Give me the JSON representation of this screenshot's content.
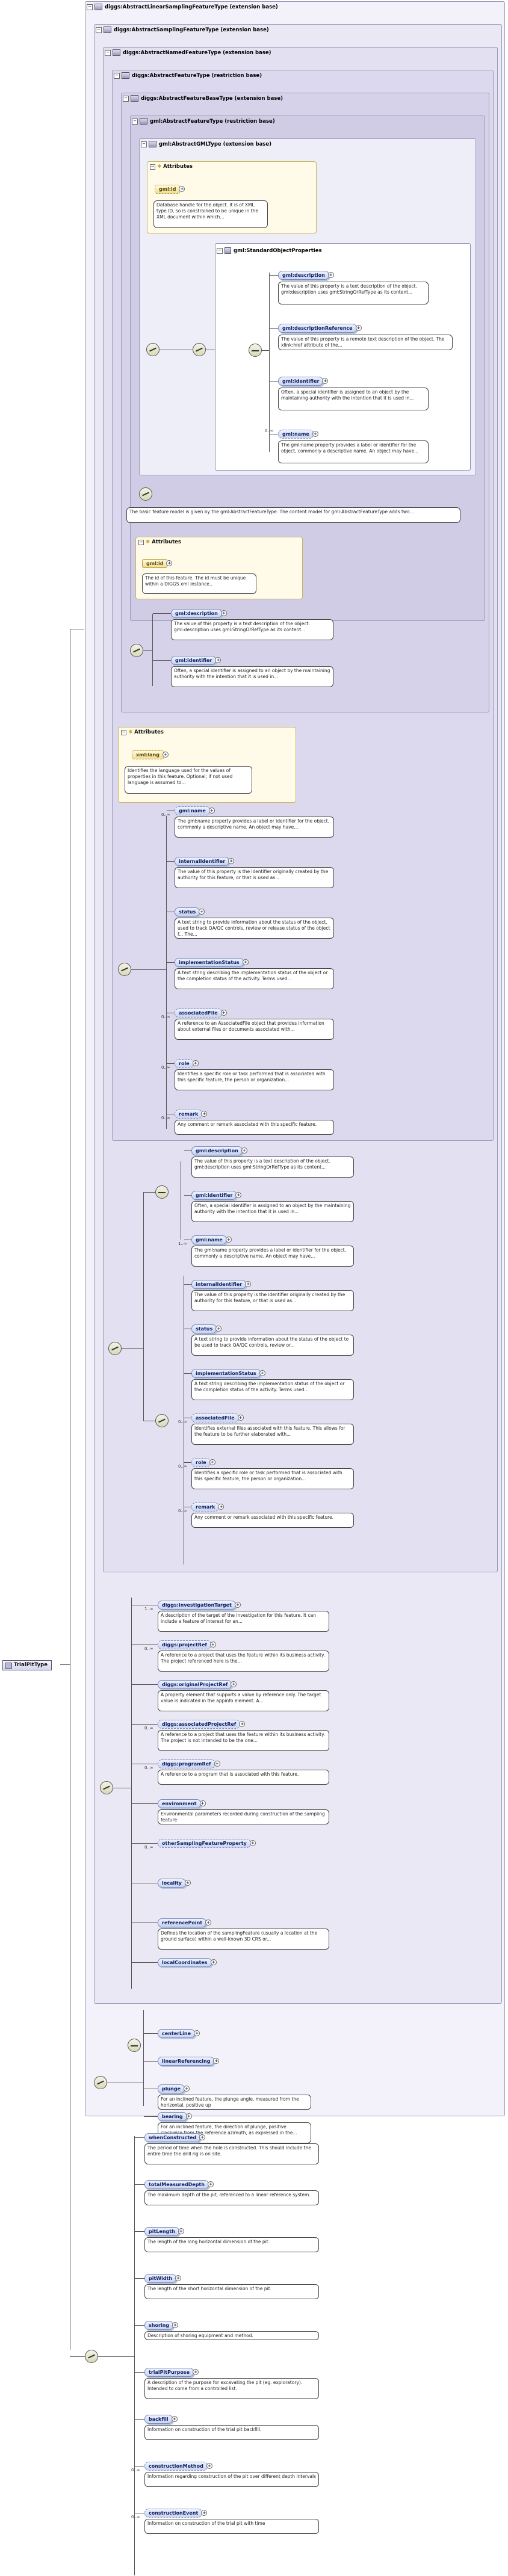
{
  "root": {
    "label": "TrialPitType"
  },
  "boxes": {
    "b1": "diggs:AbstractLinearSamplingFeatureType (extension base)",
    "b2": "diggs:AbstractSamplingFeatureType (extension base)",
    "b3": "diggs:AbstractNamedFeatureType (extension base)",
    "b4": "diggs:AbstractFeatureType (restriction base)",
    "b5": "diggs:AbstractFeatureBaseType (extension base)",
    "b6": "gml:AbstractFeatureType (restriction base)",
    "b7": "gml:AbstractGMLType (extension base)"
  },
  "attributes_label": "Attributes",
  "gml_id": {
    "name": "gml:id",
    "doc": "Database handle for the object. It is of XML type ID, so is constrained to be unique in the XML document within which..."
  },
  "std_props": {
    "label": "gml:StandardObjectProperties",
    "items": [
      {
        "name": "gml:description",
        "card": "",
        "doc": "The value of this property is a text description of the object. gml:description uses gml:StringOrRefType as its content..."
      },
      {
        "name": "gml:descriptionReference",
        "card": "",
        "doc": "The value of this property is a remote text description of the object. The xlink:href attribute of the..."
      },
      {
        "name": "gml:identifier",
        "card": "",
        "doc": "Often, a special identifier is assigned to an object by the maintaining authority with the intention that it is used in..."
      },
      {
        "name": "gml:name",
        "card": "0..∞",
        "doc": "The gml:name property provides a label or identifier for the object, commonly a descriptive name. An object may have..."
      }
    ]
  },
  "feature_doc": "The basic feature model is given by the gml:AbstractFeatureType. The content model for gml:AbstractFeatureType adds two...",
  "diggs_gml_id": {
    "name": "gml:id",
    "doc": "The id of this feature. The id must be unique within a DIGGS xml instance.."
  },
  "base_items": [
    {
      "name": "gml:description",
      "doc": "The value of this property is a text description of the object. gml:description uses gml:StringOrRefType as its content..."
    },
    {
      "name": "gml:identifier",
      "doc": "Often, a special identifier is assigned to an object by the maintaining authority with the intention that it is used in..."
    }
  ],
  "xml_lang": {
    "name": "xml:lang",
    "doc": "Identifies the language used for the values of properties in this feature. Optional; if not used language is assumed to..."
  },
  "feature_items": [
    {
      "name": "gml:name",
      "card": "0..∞",
      "doc": "The gml:name property provides a label or identifier for the object, commonly a descriptive name. An object may have..."
    },
    {
      "name": "internalIdentifier",
      "card": "",
      "doc": "The value of this property is the identifier originally created by the authority for this feature, or that is used as..."
    },
    {
      "name": "status",
      "card": "",
      "doc": "A text string to provide information about the status of the object, used to track QA/QC controls, review or release status of the object f... The..."
    },
    {
      "name": "implementationStatus",
      "card": "",
      "doc": "A text string describing the implementation status of the object or the completion status of the activity. Terms used..."
    },
    {
      "name": "associatedFile",
      "card": "0..∞",
      "doc": "A reference to an AssociatedFile object that provides information about external files or documents associated with..."
    },
    {
      "name": "role",
      "card": "0..∞",
      "doc": "Identifies a specific role or task performed that is associated with this specific feature, the person or organization..."
    },
    {
      "name": "remark",
      "card": "0..∞",
      "doc": "Any comment or remark associated with this specific feature."
    }
  ],
  "named_items": [
    {
      "name": "gml:description",
      "card": "",
      "doc": "The value of this property is a text description of the object. gml:description uses gml:StringOrRefType as its content..."
    },
    {
      "name": "gml:identifier",
      "card": "",
      "doc": "Often, a special identifier is assigned to an object by the maintaining authority with the intention that it is used in..."
    },
    {
      "name": "gml:name",
      "card": "1..∞",
      "doc": "The gml:name property provides a label or identifier for the object, commonly a descriptive name. An object may have..."
    },
    {
      "name": "internalIdentifier",
      "card": "",
      "doc": "The value of this property is the identifier originally created by the authority for this feature, or that is used as..."
    },
    {
      "name": "status",
      "card": "",
      "doc": "A text string to provide information about the status of the object to be used to track QA/QC controls, review or..."
    },
    {
      "name": "implementationStatus",
      "card": "",
      "doc": "A text string describing the implementation status of the object or the completion status of the activity. Terms used..."
    },
    {
      "name": "associatedFile",
      "card": "0..∞",
      "doc": "Identifies external files associated with this feature. This allows for the feature to be further elaborated with..."
    },
    {
      "name": "role",
      "card": "0..∞",
      "doc": "Identifies a specific role or task performed that is associated with this specific feature, the person or organization..."
    },
    {
      "name": "remark",
      "card": "0..∞",
      "doc": "Any comment or remark associated with this specific feature."
    }
  ],
  "sampling_items": [
    {
      "name": "diggs:investigationTarget",
      "card": "1..∞",
      "doc": "A description of the target of the investigation for this feature. It can include a feature of interest for an..."
    },
    {
      "name": "diggs:projectRef",
      "card": "0..∞",
      "doc": "A reference to a project that uses the feature within its business activity. The project referenced here is the..."
    },
    {
      "name": "diggs:originalProjectRef",
      "card": "",
      "doc": "A property element that supports a value by reference only. The target value is indicated in the appinfo element. A..."
    },
    {
      "name": "diggs:associatedProjectRef",
      "card": "0..∞",
      "doc": "A reference to a project that uses the feature within its business activity. The project is not intended to be the one..."
    },
    {
      "name": "diggs:programRef",
      "card": "0..∞",
      "doc": "A reference to a program that is associated with this feature."
    },
    {
      "name": "environment",
      "card": "",
      "doc": "Environmental parameters recorded during construction of the sampling feature"
    },
    {
      "name": "otherSamplingFeatureProperty",
      "card": "0..∞",
      "doc": ""
    },
    {
      "name": "locality",
      "card": "",
      "doc": ""
    },
    {
      "name": "referencePoint",
      "card": "",
      "doc": "Defines the location of the samplingFeature (usually a location at the ground surface) within a well-known 3D CRS or..."
    },
    {
      "name": "localCoordinates",
      "card": "",
      "doc": ""
    }
  ],
  "linear_items": [
    {
      "name": "centerLine",
      "card": "",
      "doc": ""
    },
    {
      "name": "linearReferencing",
      "card": "",
      "doc": ""
    },
    {
      "name": "plunge",
      "card": "",
      "doc": "For an inclined feature, the plunge angle, measured from the horizontal, positive up"
    },
    {
      "name": "bearing",
      "card": "",
      "doc": "For an inclined feature, the direction of plunge, positive clockwise from the reference azimuth, as expressed in the..."
    }
  ],
  "trialpit_items": [
    {
      "name": "whenConstructed",
      "card": "",
      "doc": "The period of time when the hole is constructed. This should include the entire time the drill rig is on site."
    },
    {
      "name": "totalMeasuredDepth",
      "card": "",
      "doc": "The maximum depth of the pit, referenced to a linear reference system."
    },
    {
      "name": "pitLength",
      "card": "",
      "doc": "The length of the long horizontal dimension of the pit."
    },
    {
      "name": "pitWidth",
      "card": "",
      "doc": "The length of the short horizontal dimension of the pit."
    },
    {
      "name": "shoring",
      "card": "",
      "doc": "Description of shoring equipment and method."
    },
    {
      "name": "trialPitPurpose",
      "card": "",
      "doc": "A description of the purpose for excavating the pit (eg. exploratory). Intended to come from a controlled list."
    },
    {
      "name": "backfill",
      "card": "",
      "doc": "Information on construction of the trial pit backfill."
    },
    {
      "name": "constructionMethod",
      "card": "0..∞",
      "doc": "Information regarding construction of the pit over different depth intervals"
    },
    {
      "name": "constructionEvent",
      "card": "0..∞",
      "doc": "Information on construction of the trial pit with time"
    }
  ]
}
